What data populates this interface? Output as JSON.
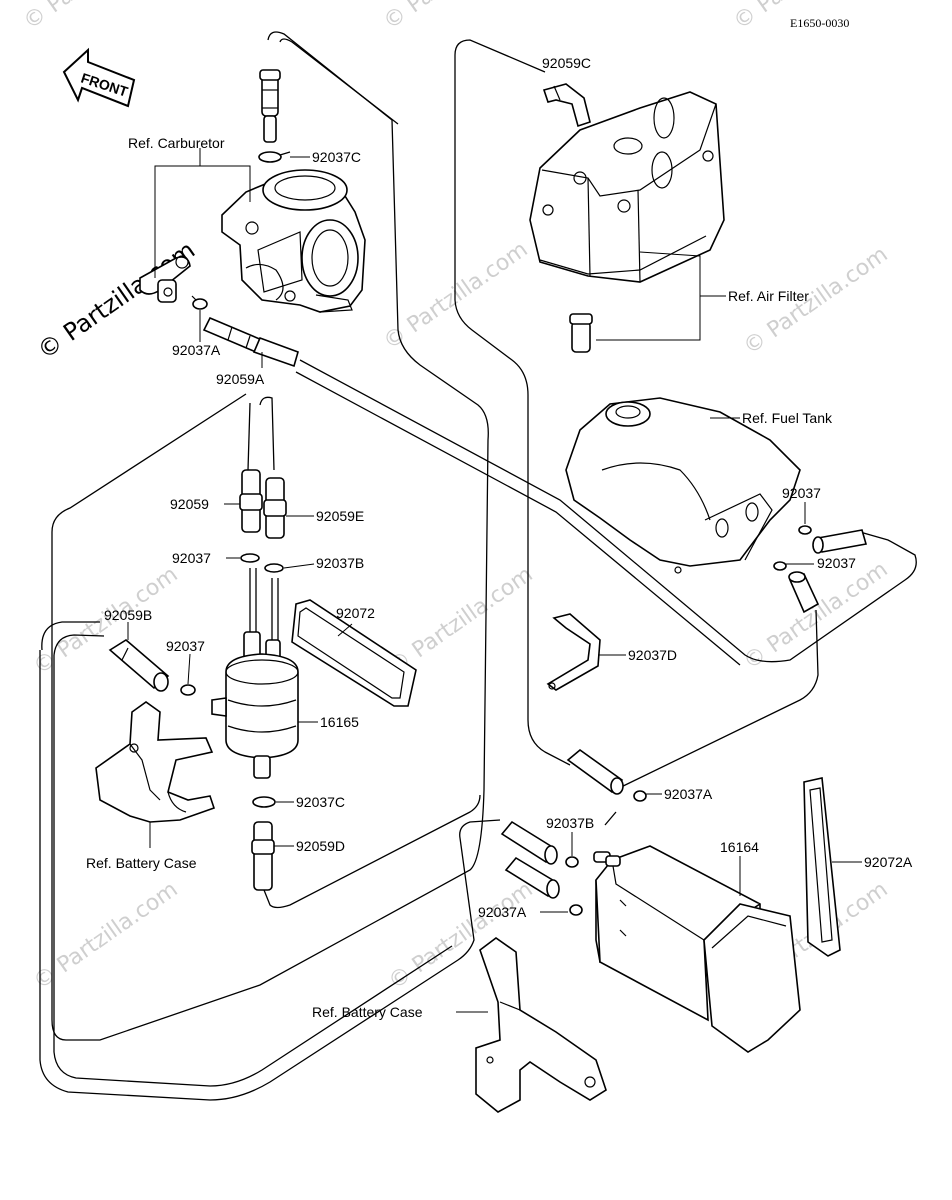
{
  "diagram_code": "E1650-0030",
  "watermarks": [
    "© Partzilla.com"
  ],
  "front_arrow": "FRONT",
  "labels": {
    "ref_carburetor": "Ref. Carburetor",
    "p92037C_top": "92037C",
    "p92037A_top": "92037A",
    "p92059A": "92059A",
    "p92059C": "92059C",
    "ref_air_filter": "Ref. Air Filter",
    "ref_fuel_tank": "Ref. Fuel Tank",
    "p92037_tank_a": "92037",
    "p92037_tank_b": "92037",
    "p92059": "92059",
    "p92059E": "92059E",
    "p92037_mid": "92037",
    "p92037B_mid": "92037B",
    "p92059B": "92059B",
    "p92037_left": "92037",
    "p92072": "92072",
    "p16165": "16165",
    "p92037D": "92037D",
    "p92037C_low": "92037C",
    "p92059D": "92059D",
    "ref_battery_case_left": "Ref. Battery Case",
    "p92037A_right": "92037A",
    "p92037B_right": "92037B",
    "p16164": "16164",
    "p92072A": "92072A",
    "p92037A_low": "92037A",
    "ref_battery_case_bottom": "Ref. Battery Case"
  }
}
